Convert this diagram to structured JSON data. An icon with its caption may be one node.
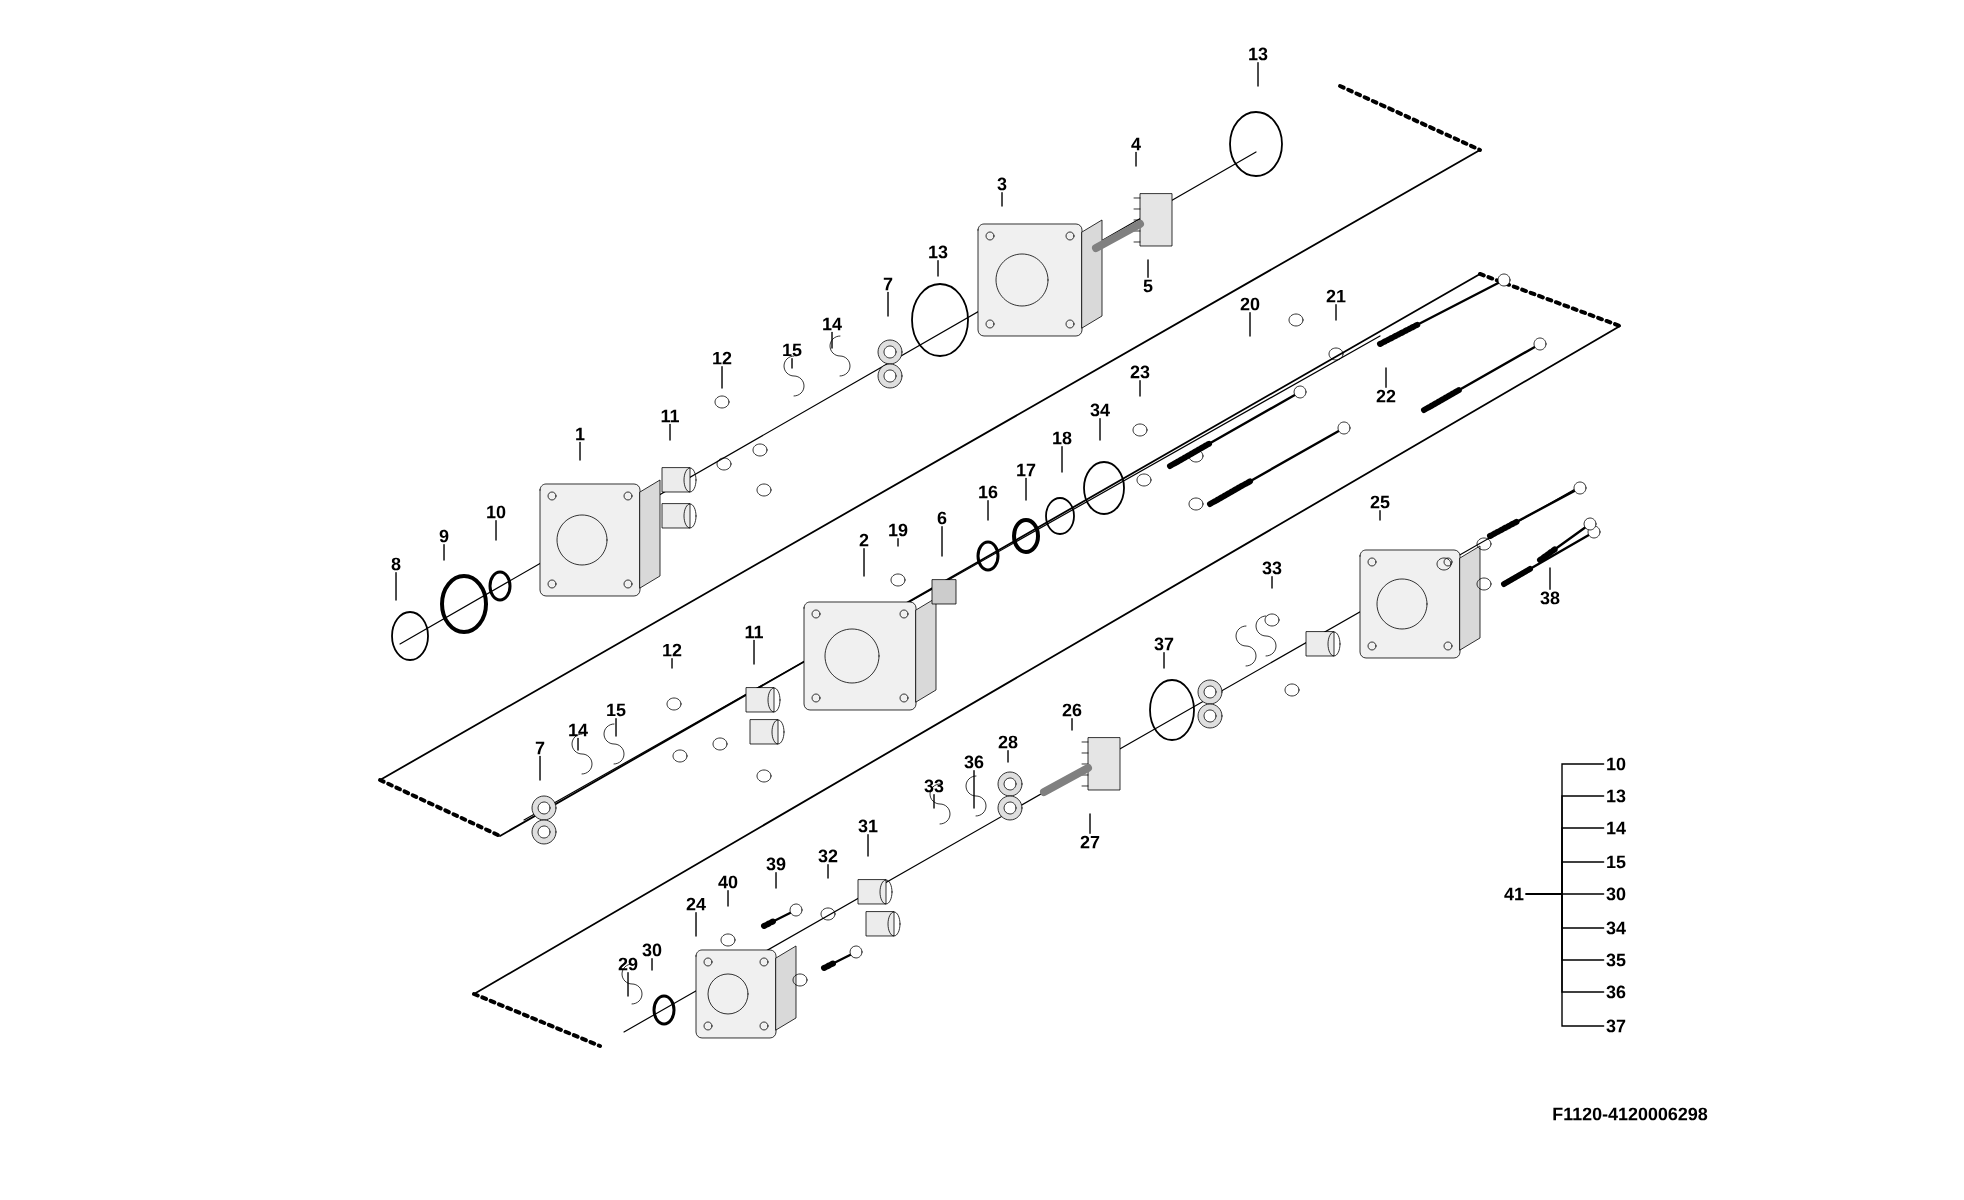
{
  "diagram": {
    "nodes": [
      {
        "text": [
          "13"
        ]
      },
      {
        "text": [
          "4"
        ]
      },
      {
        "text": [
          "3"
        ]
      },
      {
        "text": [
          "13"
        ]
      },
      {
        "text": [
          "5"
        ]
      },
      {
        "text": [
          "7"
        ]
      },
      {
        "text": [
          "20"
        ]
      },
      {
        "text": [
          "21"
        ]
      },
      {
        "text": [
          "14"
        ]
      },
      {
        "text": [
          "15"
        ]
      },
      {
        "text": [
          "12"
        ]
      },
      {
        "text": [
          "23"
        ]
      },
      {
        "text": [
          "22"
        ]
      },
      {
        "text": [
          "34"
        ]
      },
      {
        "text": [
          "11"
        ]
      },
      {
        "text": [
          "1"
        ]
      },
      {
        "text": [
          "18"
        ]
      },
      {
        "text": [
          "17"
        ]
      },
      {
        "text": [
          "16"
        ]
      },
      {
        "text": [
          "25"
        ]
      },
      {
        "text": [
          "10"
        ]
      },
      {
        "text": [
          "6"
        ]
      },
      {
        "text": [
          "19"
        ]
      },
      {
        "text": [
          "9"
        ]
      },
      {
        "text": [
          "2"
        ]
      },
      {
        "text": [
          "8"
        ]
      },
      {
        "text": [
          "33"
        ]
      },
      {
        "text": [
          "38"
        ]
      },
      {
        "text": [
          "11"
        ]
      },
      {
        "text": [
          "37"
        ]
      },
      {
        "text": [
          "12"
        ]
      },
      {
        "text": [
          "26"
        ]
      },
      {
        "text": [
          "15"
        ]
      },
      {
        "text": [
          "14"
        ]
      },
      {
        "text": [
          "28"
        ]
      },
      {
        "text": [
          "7"
        ]
      },
      {
        "text": [
          "36"
        ]
      },
      {
        "text": [
          "33"
        ]
      },
      {
        "text": [
          "31"
        ]
      },
      {
        "text": [
          "27"
        ]
      },
      {
        "text": [
          "32"
        ]
      },
      {
        "text": [
          "39"
        ]
      },
      {
        "text": [
          "40"
        ]
      },
      {
        "text": [
          "24"
        ]
      },
      {
        "text": [
          "30"
        ]
      },
      {
        "text": [
          "29"
        ]
      },
      {
        "text": [
          "41"
        ]
      },
      {
        "text": [
          "10"
        ]
      },
      {
        "text": [
          "13"
        ]
      },
      {
        "text": [
          "14"
        ]
      },
      {
        "text": [
          "15"
        ]
      },
      {
        "text": [
          "30"
        ]
      },
      {
        "text": [
          "34"
        ]
      },
      {
        "text": [
          "35"
        ]
      },
      {
        "text": [
          "36"
        ]
      },
      {
        "text": [
          "37"
        ]
      }
    ],
    "edges": [
      {
        "from": 0,
        "to": null,
        "arrow": "none"
      },
      {
        "from": 1,
        "to": null,
        "arrow": "none"
      },
      {
        "from": 2,
        "to": null,
        "arrow": "none"
      },
      {
        "from": 3,
        "to": null,
        "arrow": "none"
      },
      {
        "from": 4,
        "to": null,
        "arrow": "none"
      },
      {
        "from": 5,
        "to": null,
        "arrow": "none"
      },
      {
        "from": 6,
        "to": null,
        "arrow": "none"
      },
      {
        "from": 7,
        "to": null,
        "arrow": "none"
      },
      {
        "from": 8,
        "to": null,
        "arrow": "none"
      },
      {
        "from": 9,
        "to": null,
        "arrow": "none"
      },
      {
        "from": 10,
        "to": null,
        "arrow": "none"
      },
      {
        "from": 11,
        "to": null,
        "arrow": "none"
      },
      {
        "from": 12,
        "to": null,
        "arrow": "none"
      },
      {
        "from": 13,
        "to": null,
        "arrow": "none"
      },
      {
        "from": 14,
        "to": null,
        "arrow": "none"
      },
      {
        "from": 15,
        "to": null,
        "arrow": "none"
      },
      {
        "from": 16,
        "to": null,
        "arrow": "none"
      },
      {
        "from": 17,
        "to": null,
        "arrow": "none"
      },
      {
        "from": 18,
        "to": null,
        "arrow": "none"
      },
      {
        "from": 19,
        "to": null,
        "arrow": "none"
      },
      {
        "from": 20,
        "to": null,
        "arrow": "none"
      },
      {
        "from": 21,
        "to": null,
        "arrow": "none"
      },
      {
        "from": 22,
        "to": null,
        "arrow": "none"
      },
      {
        "from": 23,
        "to": null,
        "arrow": "none"
      },
      {
        "from": 24,
        "to": null,
        "arrow": "none"
      },
      {
        "from": 25,
        "to": null,
        "arrow": "none"
      },
      {
        "from": 26,
        "to": null,
        "arrow": "none"
      },
      {
        "from": 27,
        "to": null,
        "arrow": "none"
      },
      {
        "from": 28,
        "to": null,
        "arrow": "none"
      },
      {
        "from": 29,
        "to": null,
        "arrow": "none"
      },
      {
        "from": 30,
        "to": null,
        "arrow": "none"
      },
      {
        "from": 31,
        "to": null,
        "arrow": "none"
      },
      {
        "from": 32,
        "to": null,
        "arrow": "none"
      },
      {
        "from": 33,
        "to": null,
        "arrow": "none"
      },
      {
        "from": 34,
        "to": null,
        "arrow": "none"
      },
      {
        "from": 35,
        "to": null,
        "arrow": "none"
      },
      {
        "from": 36,
        "to": null,
        "arrow": "none"
      },
      {
        "from": 37,
        "to": null,
        "arrow": "none"
      },
      {
        "from": 38,
        "to": null,
        "arrow": "none"
      },
      {
        "from": 39,
        "to": null,
        "arrow": "none"
      },
      {
        "from": 40,
        "to": null,
        "arrow": "none"
      },
      {
        "from": 41,
        "to": null,
        "arrow": "none"
      },
      {
        "from": 42,
        "to": null,
        "arrow": "none"
      },
      {
        "from": 43,
        "to": null,
        "arrow": "none"
      },
      {
        "from": 44,
        "to": null,
        "arrow": "none"
      },
      {
        "from": 45,
        "to": null,
        "arrow": "none"
      },
      {
        "from": 46,
        "to": 47,
        "arrow": "none"
      },
      {
        "from": 46,
        "to": 48,
        "arrow": "none"
      },
      {
        "from": 46,
        "to": 49,
        "arrow": "none"
      },
      {
        "from": 46,
        "to": 50,
        "arrow": "none"
      },
      {
        "from": 46,
        "to": 51,
        "arrow": "none"
      },
      {
        "from": 46,
        "to": 52,
        "arrow": "none"
      },
      {
        "from": 46,
        "to": 53,
        "arrow": "none"
      },
      {
        "from": 46,
        "to": 54,
        "arrow": "none"
      },
      {
        "from": 46,
        "to": 55,
        "arrow": "none"
      }
    ],
    "labels": [
      "F1120-4120006298"
    ]
  }
}
